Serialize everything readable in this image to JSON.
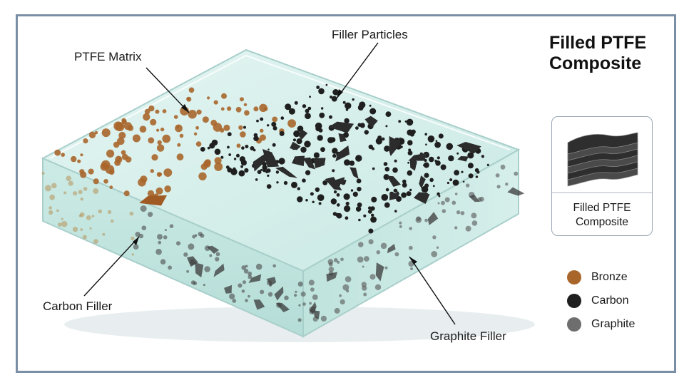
{
  "title": {
    "line1": "Filled PTFE",
    "line2": "Composite"
  },
  "labels": {
    "ptfe_matrix": "PTFE Matrix",
    "filler_particles": "Filler Particles",
    "carbon_filler": "Carbon Filler",
    "graphite_filler": "Graphite Filler"
  },
  "inset": {
    "line1": "Filled PTFE",
    "line2": "Composite"
  },
  "legend": [
    {
      "label": "Bronze",
      "color": "#a8662b"
    },
    {
      "label": "Carbon",
      "color": "#1f1f1f"
    },
    {
      "label": "Graphite",
      "color": "#6e6e6e"
    }
  ],
  "colors": {
    "matrix": "#cfece8",
    "matrix_edge": "#a9cfcb",
    "bronze": "#a8662b",
    "carbon": "#1f1f1f",
    "graphite": "#6e6e6e",
    "frame": "#7a8fa6"
  }
}
